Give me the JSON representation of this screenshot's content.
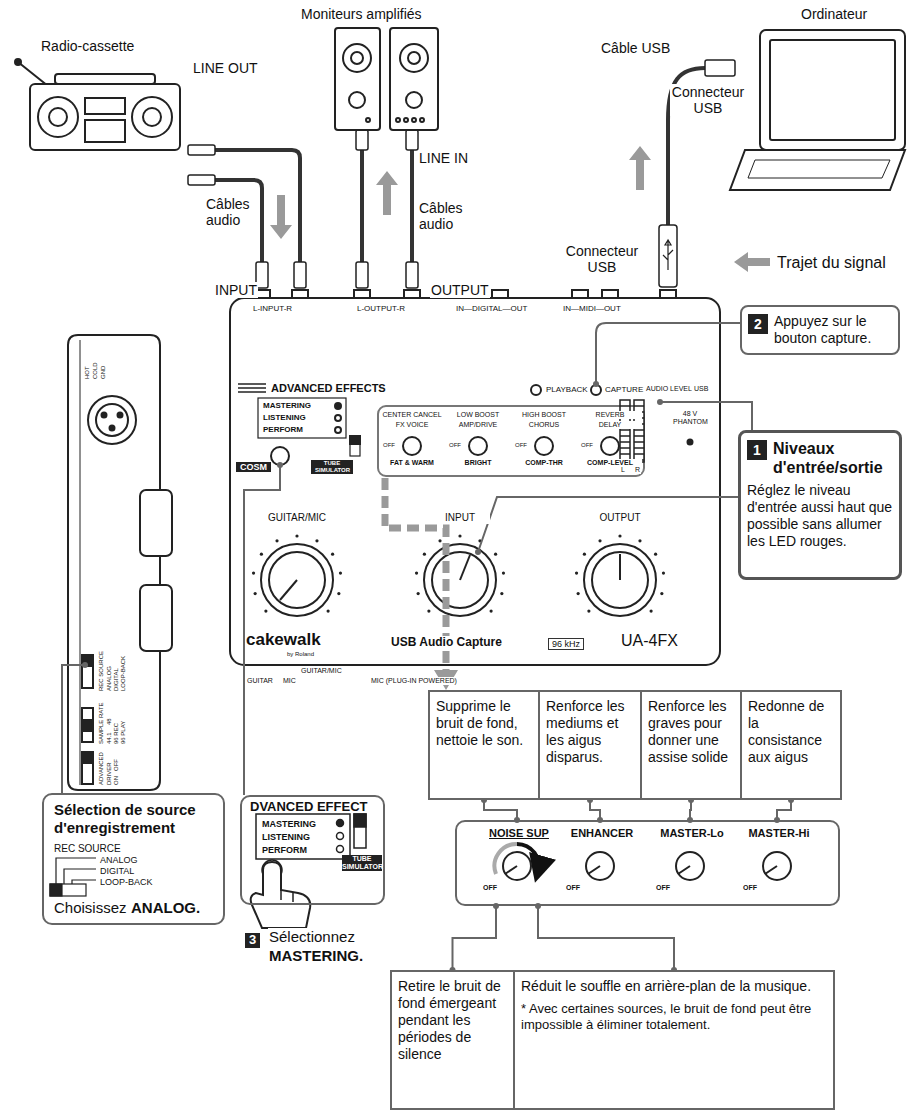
{
  "diagram": {
    "nodes": [
      {
        "text": [
          "2",
          "Appuyez sur le bouton capture."
        ]
      },
      {
        "text": [
          "1",
          "Niveaux d'entrée/sortie",
          "Réglez le niveau d'entrée aussi haut que possible sans allumer les LED rouges."
        ]
      },
      {
        "text": [
          "Sélection de source d'enregistrement",
          "REC SOURCE",
          "ANALOG",
          "DIGITAL",
          "LOOP-BACK",
          "Choisissez",
          "ANALOG."
        ]
      },
      {
        "text": [
          "DVANCED EFFECT",
          "MASTERING",
          "LISTENING",
          "PERFORM",
          "TUBE SIMULATOR"
        ]
      },
      {
        "text": [
          "Supprime le bruit de fond, nettoie le son."
        ]
      },
      {
        "text": [
          "Renforce les mediums et les aigus disparus."
        ]
      },
      {
        "text": [
          "Renforce les graves pour donner une assise solide"
        ]
      },
      {
        "text": [
          "Redonne de la consistance aux aigus"
        ]
      },
      {
        "text": [
          "NOISE SUP",
          "ENHANCER",
          "MASTER-Lo",
          "MASTER-Hi",
          "OFF",
          "OFF",
          "OFF",
          "OFF"
        ]
      },
      {
        "text": [
          "Retire le bruit de fond émergeant pendant les périodes de silence"
        ]
      },
      {
        "text": [
          "Réduit le souffle en arrière-plan de la musique.",
          "* Avec certaines sources, le bruit de fond peut être impossible à éliminer totalement."
        ]
      }
    ],
    "edges": [
      {
        "from": 4,
        "to": 8,
        "arrow": "none"
      },
      {
        "from": 5,
        "to": 8,
        "arrow": "none"
      },
      {
        "from": 6,
        "to": 8,
        "arrow": "none"
      },
      {
        "from": 7,
        "to": 8,
        "arrow": "none"
      },
      {
        "from": 9,
        "to": 8,
        "arrow": "none"
      },
      {
        "from": 10,
        "to": 8,
        "arrow": "none"
      }
    ],
    "labels": [
      "Radio-cassette",
      "LINE OUT",
      "Câbles audio",
      "INPUT",
      "Moniteurs amplifiés",
      "LINE IN",
      "Câbles audio",
      "OUTPUT",
      "Ordinateur",
      "Câble USB",
      "Connecteur USB",
      "Connecteur USB",
      "Trajet du signal",
      "L-INPUT-R",
      "L-OUTPUT-R",
      "IN—DIGITAL—OUT",
      "IN—MIDI—OUT",
      "ADVANCED EFFECTS",
      "PLAYBACK",
      "CAPTURE",
      "AUDIO LEVEL",
      "USB",
      "MASTERING",
      "LISTENING",
      "PERFORM",
      "CENTER CANCEL",
      "LOW BOOST",
      "HIGH BOOST",
      "REVERB",
      "FX VOICE",
      "AMP/DRIVE",
      "CHORUS",
      "DELAY",
      "OFF",
      "FAT & WARM",
      "OFF",
      "BRIGHT",
      "OFF",
      "COMP-THR",
      "OFF",
      "COMP-LEVEL",
      "TUBE SIMULATOR",
      "COSM",
      "48 V PHANTOM",
      "GUITAR/MIC",
      "INPUT",
      "OUTPUT",
      "cakewalk",
      "by Roland",
      "USB Audio Capture",
      "96 kHz",
      "UA-4FX",
      "L",
      "R",
      "GUITAR",
      "MIC",
      "GUITAR/MIC",
      "MIC (PLUG-IN POWERED)",
      "HOT",
      "COLD",
      "GND",
      "REC SOURCE",
      "ANALOG",
      "DIGITAL",
      "LOOP-BACK",
      "SAMPLE RATE",
      "44.1",
      "48",
      "96 REC",
      "96 PLAY",
      "ADVANCED",
      "DRIVER",
      "ON",
      "OFF",
      "3",
      "Sélectionnez",
      "MASTERING."
    ]
  }
}
